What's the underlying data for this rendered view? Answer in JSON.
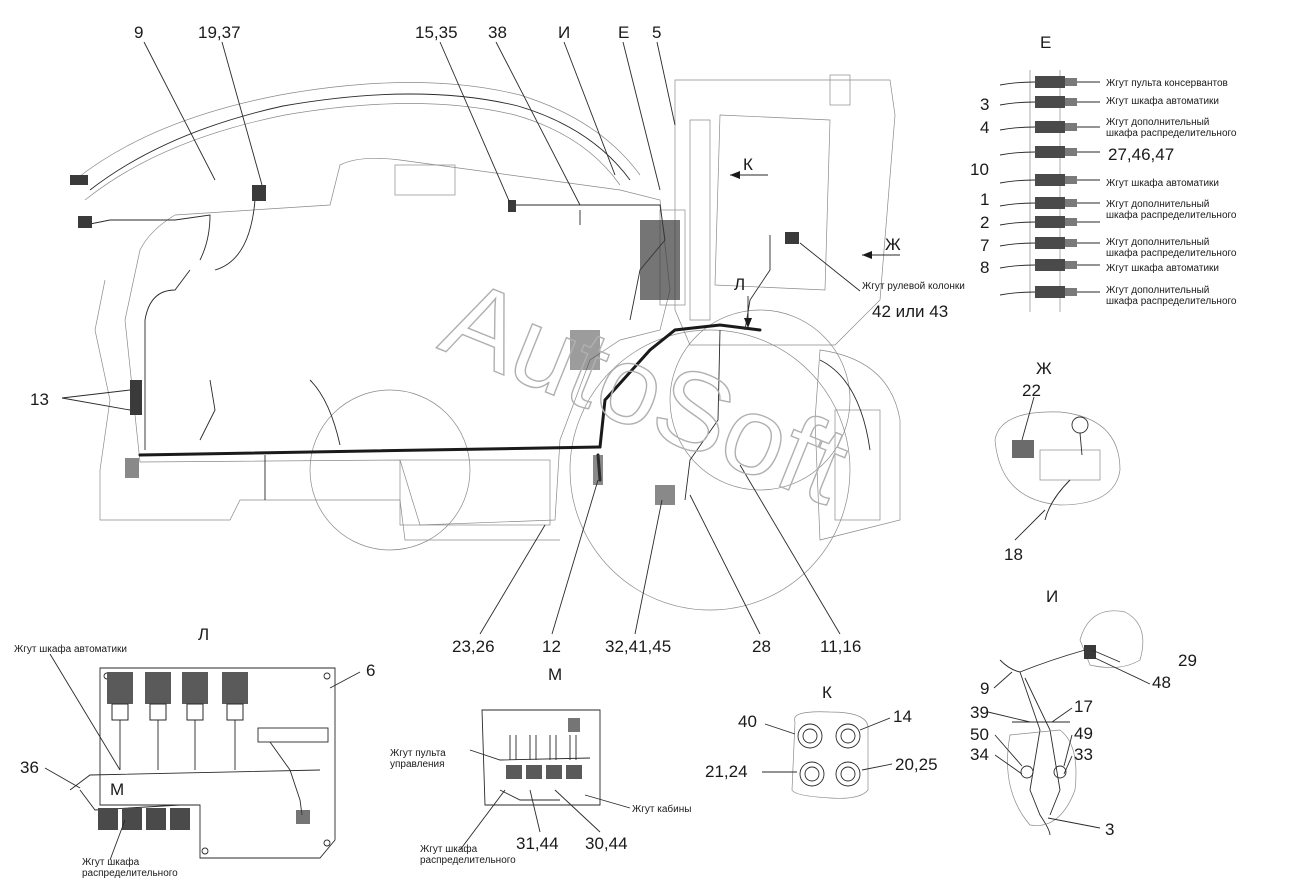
{
  "watermark": "AutoSoft",
  "main_labels": {
    "l9": "9",
    "l1937": "19,37",
    "l1535": "15,35",
    "l38": "38",
    "lI": "И",
    "lE": "Е",
    "l5": "5",
    "lK": "К",
    "lZh": "Ж",
    "lL": "Л",
    "l13": "13",
    "l4243": "42 или 43",
    "l2326": "23,26",
    "l12": "12",
    "l324145": "32,41,45",
    "l28": "28",
    "l1116": "11,16",
    "rul": "Жгут рулевой колонки"
  },
  "view_E": {
    "title": "Е",
    "left_numbers": [
      "3",
      "4",
      "10",
      "1",
      "2",
      "7",
      "8"
    ],
    "n274647": "27,46,47",
    "notes": [
      "Жгут пульта консервантов",
      "Жгут шкафа автоматики",
      "Жгут дополнительный",
      "шкафа распределительного",
      "Жгут шкафа автоматики",
      "Жгут дополнительный",
      "шкафа распределительного",
      "Жгут дополнительный",
      "шкафа распределительного",
      "Жгут шкафа автоматики",
      "Жгут дополнительный",
      "шкафа распределительного"
    ]
  },
  "view_Zh": {
    "title": "Ж",
    "n22": "22",
    "n18": "18"
  },
  "view_I": {
    "title": "И",
    "n29": "29",
    "n48": "48",
    "n9": "9",
    "n39": "39",
    "n17": "17",
    "n50": "50",
    "n34": "34",
    "n49": "49",
    "n33": "33",
    "n3": "3"
  },
  "view_L": {
    "title": "Л",
    "n6": "6",
    "n36": "36",
    "m": "М",
    "note_top": "Жгут шкафа автоматики",
    "note_bot1": "Жгут шкафа",
    "note_bot2": "распределительного"
  },
  "view_M": {
    "title": "М",
    "note_l1": "Жгут пульта",
    "note_l2": "управления",
    "note_cab": "Жгут кабины",
    "note_b1": "Жгут шкафа",
    "note_b2": "распределительного",
    "n3144": "31,44",
    "n3044": "30,44"
  },
  "view_K": {
    "title": "К",
    "n40": "40",
    "n14": "14",
    "n2124": "21,24",
    "n2025": "20,25"
  }
}
